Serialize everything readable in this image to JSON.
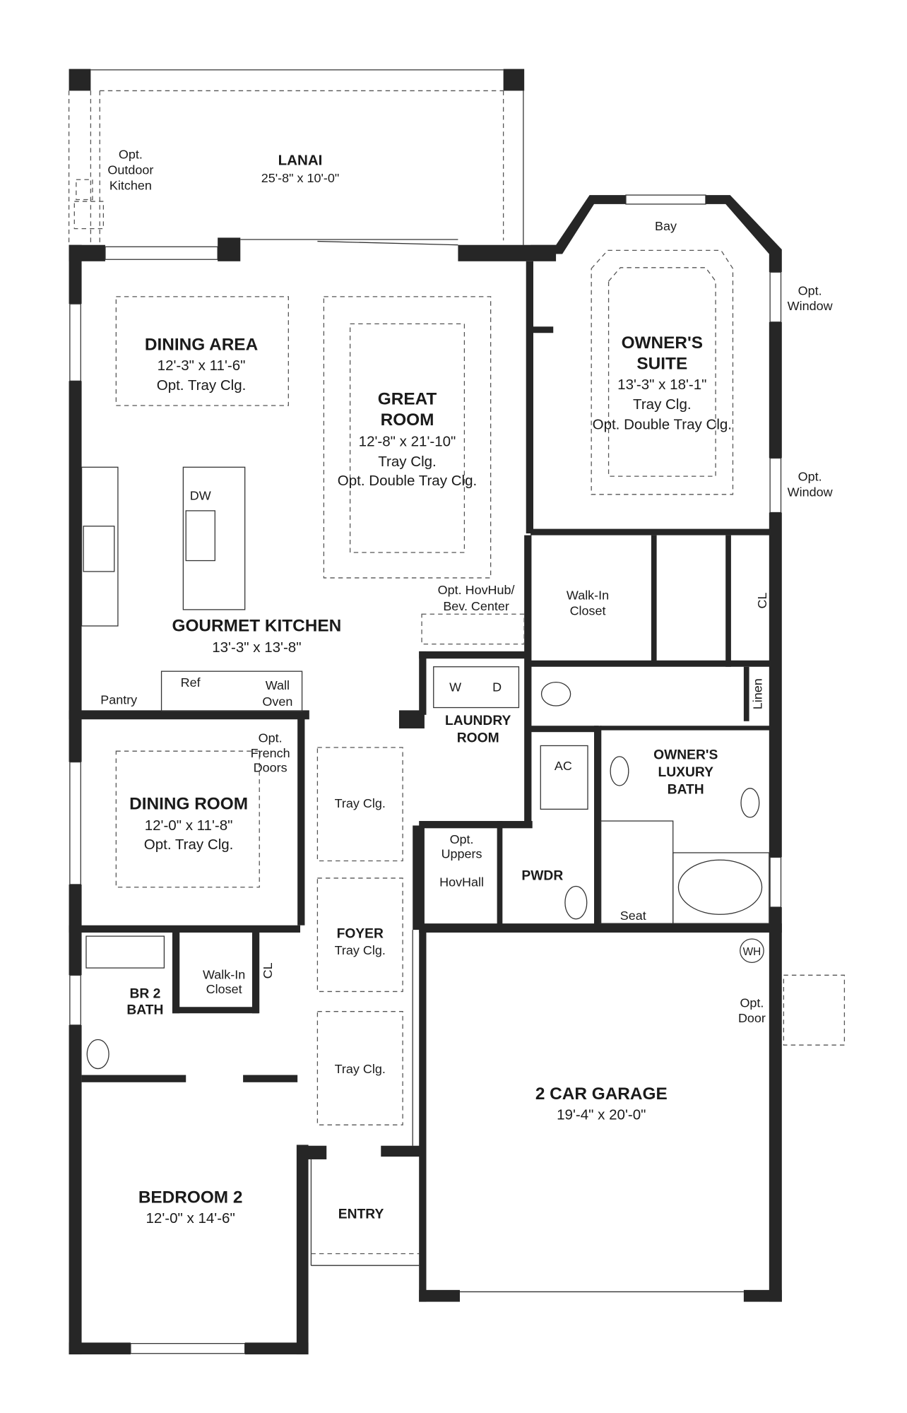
{
  "lanai": {
    "name": "LANAI",
    "size": "25'-8\" x 10'-0\"",
    "outdoor_kitchen": [
      "Opt.",
      "Outdoor",
      "Kitchen"
    ]
  },
  "bay": "Bay",
  "opt_window": [
    "Opt.",
    "Window"
  ],
  "dining_area": {
    "name": "DINING AREA",
    "size": "12'-3\" x 11'-6\"",
    "note": "Opt. Tray Clg."
  },
  "great_room": {
    "name": [
      "GREAT",
      "ROOM"
    ],
    "size": "12'-8\" x 21'-10\"",
    "note1": "Tray Clg.",
    "note2": "Opt. Double Tray Clg."
  },
  "owners_suite": {
    "name": [
      "OWNER'S",
      "SUITE"
    ],
    "size": "13'-3\" x 18'-1\"",
    "note1": "Tray Clg.",
    "note2": "Opt. Double Tray Clg."
  },
  "kitchen": {
    "name": "GOURMET KITCHEN",
    "size": "13'-3\" x 13'-8\"",
    "dw": "DW",
    "ref": "Ref",
    "wall_oven": [
      "Wall",
      "Oven"
    ],
    "pantry": "Pantry"
  },
  "hovhub": [
    "Opt. HovHub/",
    "Bev. Center"
  ],
  "walk_in_closet": [
    "Walk-In",
    "Closet"
  ],
  "cl": "CL",
  "linen": "Linen",
  "laundry": {
    "name": [
      "LAUNDRY",
      "ROOM"
    ],
    "w": "W",
    "d": "D"
  },
  "ac": "AC",
  "owners_bath": [
    "OWNER'S",
    "LUXURY",
    "BATH"
  ],
  "french_doors": [
    "Opt.",
    "French",
    "Doors"
  ],
  "dining_room": {
    "name": "DINING ROOM",
    "size": "12'-0\" x 11'-8\"",
    "note": "Opt. Tray Clg."
  },
  "tray_clg": "Tray Clg.",
  "opt_uppers": [
    "Opt.",
    "Uppers"
  ],
  "hovhall": "HovHall",
  "pwdr": "PWDR",
  "seat": "Seat",
  "wh": "WH",
  "opt_door": [
    "Opt.",
    "Door"
  ],
  "foyer": {
    "name": "FOYER",
    "note": "Tray Clg."
  },
  "br2_bath": [
    "BR 2",
    "BATH"
  ],
  "garage": {
    "name": "2 CAR GARAGE",
    "size": "19'-4\" x 20'-0\""
  },
  "bedroom2": {
    "name": "BEDROOM 2",
    "size": "12'-0\" x 14'-6\""
  },
  "entry": "ENTRY"
}
